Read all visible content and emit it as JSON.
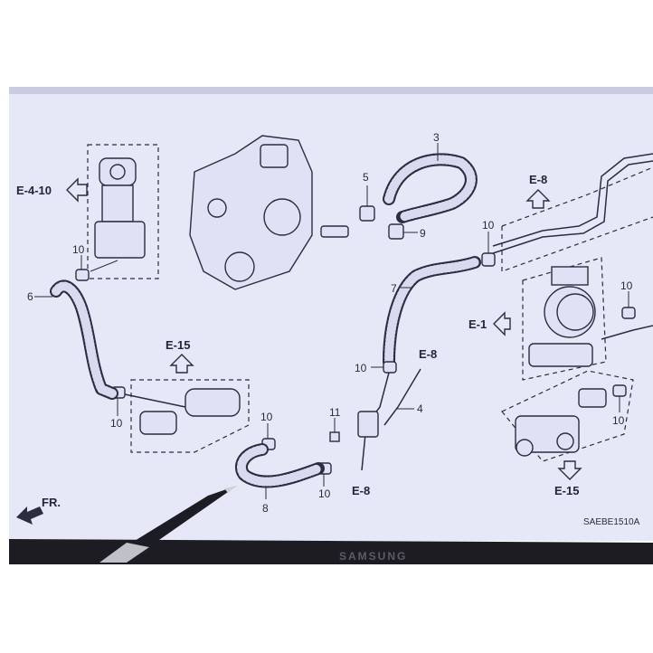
{
  "diagram": {
    "callouts": {
      "part3": "3",
      "part5": "5",
      "part9": "9",
      "part7": "7",
      "part6": "6",
      "part11": "11",
      "part4": "4",
      "part8": "8",
      "clamp10": "10"
    },
    "references": {
      "egr": "E-4-10",
      "top_right": "E-8",
      "mid": "E-8",
      "bottom": "E-8",
      "left_e15": "E-15",
      "right_e15": "E-15",
      "throttle": "E-1"
    },
    "front_indicator": "FR.",
    "drawing_code": "SAEBE1510A"
  },
  "monitor": {
    "brand": "SAMSUNG"
  },
  "colors": {
    "screen": "#e6e8f8",
    "line": "#2b2d40",
    "bezel": "#1c1c22"
  }
}
